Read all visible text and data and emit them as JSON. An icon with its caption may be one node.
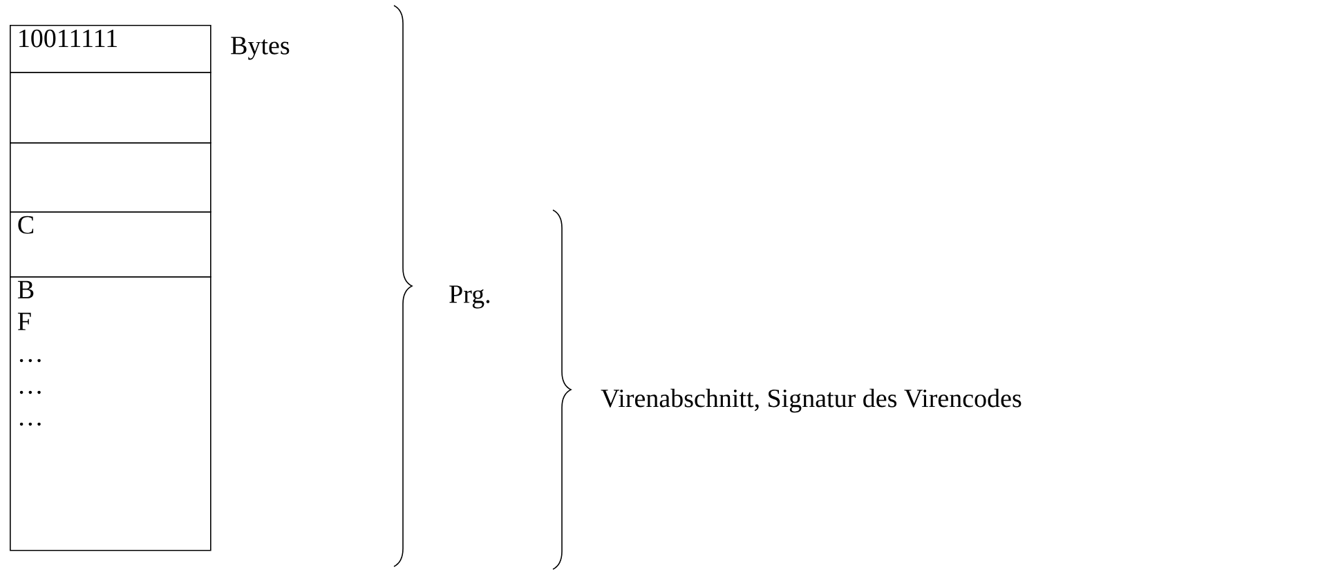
{
  "diagram": {
    "nodes": [
      {
        "text": [
          "10011111"
        ],
        "beside": [
          "Bytes"
        ]
      },
      {
        "text": [],
        "shape": "box"
      },
      {
        "text": [],
        "shape": "box"
      },
      {
        "text": [
          "C"
        ]
      },
      {
        "text": [
          "B",
          "F",
          "…",
          "…",
          "…"
        ]
      }
    ],
    "labels": [
      "Prg.",
      "Virenabschnitt, Signatur des Virencodes"
    ]
  }
}
